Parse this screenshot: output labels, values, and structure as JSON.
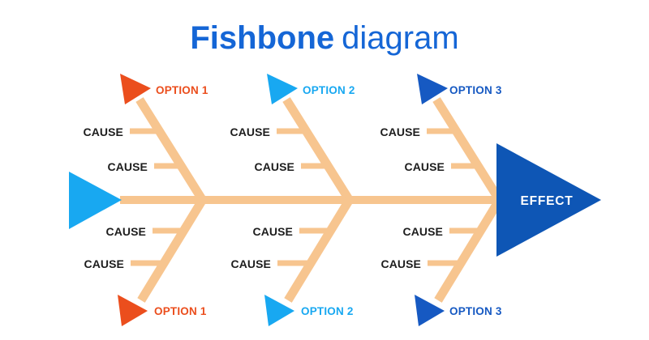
{
  "title": {
    "bold": "Fishbone",
    "regular": "diagram"
  },
  "labels": {
    "cause": "CAUSE",
    "effect": "EFFECT",
    "option1_top": "OPTION 1",
    "option1_bottom": "OPTION 1",
    "option2_top": "OPTION 2",
    "option2_bottom": "OPTION 2",
    "option3_top": "OPTION 3",
    "option3_bottom": "OPTION 3"
  },
  "colors": {
    "title": "#1566D6",
    "spine": "#F7C58F",
    "option1": "#EB4E1D",
    "option2": "#18A8F1",
    "option3": "#1659C2",
    "effect": "#0E56B5",
    "tail": "#18A8F1",
    "cause_text": "#1D1D1D"
  }
}
